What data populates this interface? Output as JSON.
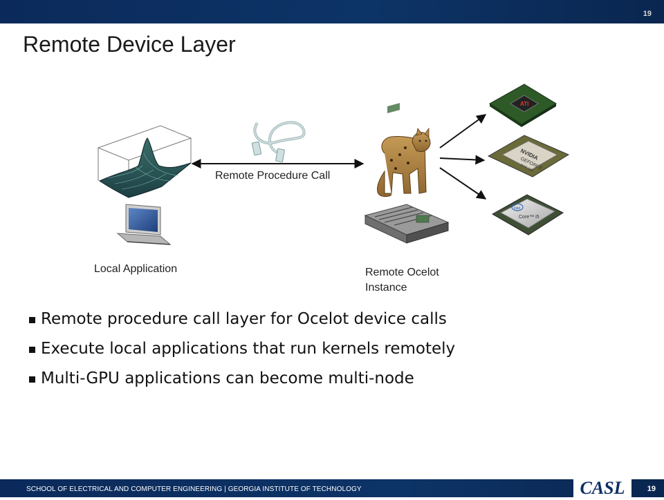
{
  "header": {
    "page_number": "19"
  },
  "slide": {
    "title": "Remote Device Layer"
  },
  "diagram": {
    "rpc_label": "Remote Procedure Call",
    "local_label": "Local Application",
    "remote_label_line1": "Remote Ocelot",
    "remote_label_line2": "Instance",
    "amd_chip_text": "ATI",
    "nvidia_chip_line1": "NVIDIA",
    "nvidia_chip_line2": "GEFORCE",
    "nvidia_chip_line3": "GTX 280",
    "intel_chip_line1": "intel",
    "intel_chip_line2": "Core™ i5"
  },
  "bullets": [
    "Remote procedure call layer for Ocelot device calls",
    "Execute local applications that run kernels remotely",
    "Multi-GPU applications can become multi-node"
  ],
  "footer": {
    "school_text": "SCHOOL OF ELECTRICAL AND COMPUTER ENGINEERING | GEORGIA INSTITUTE OF TECHNOLOGY",
    "logo_text": "CASL",
    "page_number": "19"
  },
  "colors": {
    "bar": "#0c2f63",
    "text": "#111111"
  }
}
